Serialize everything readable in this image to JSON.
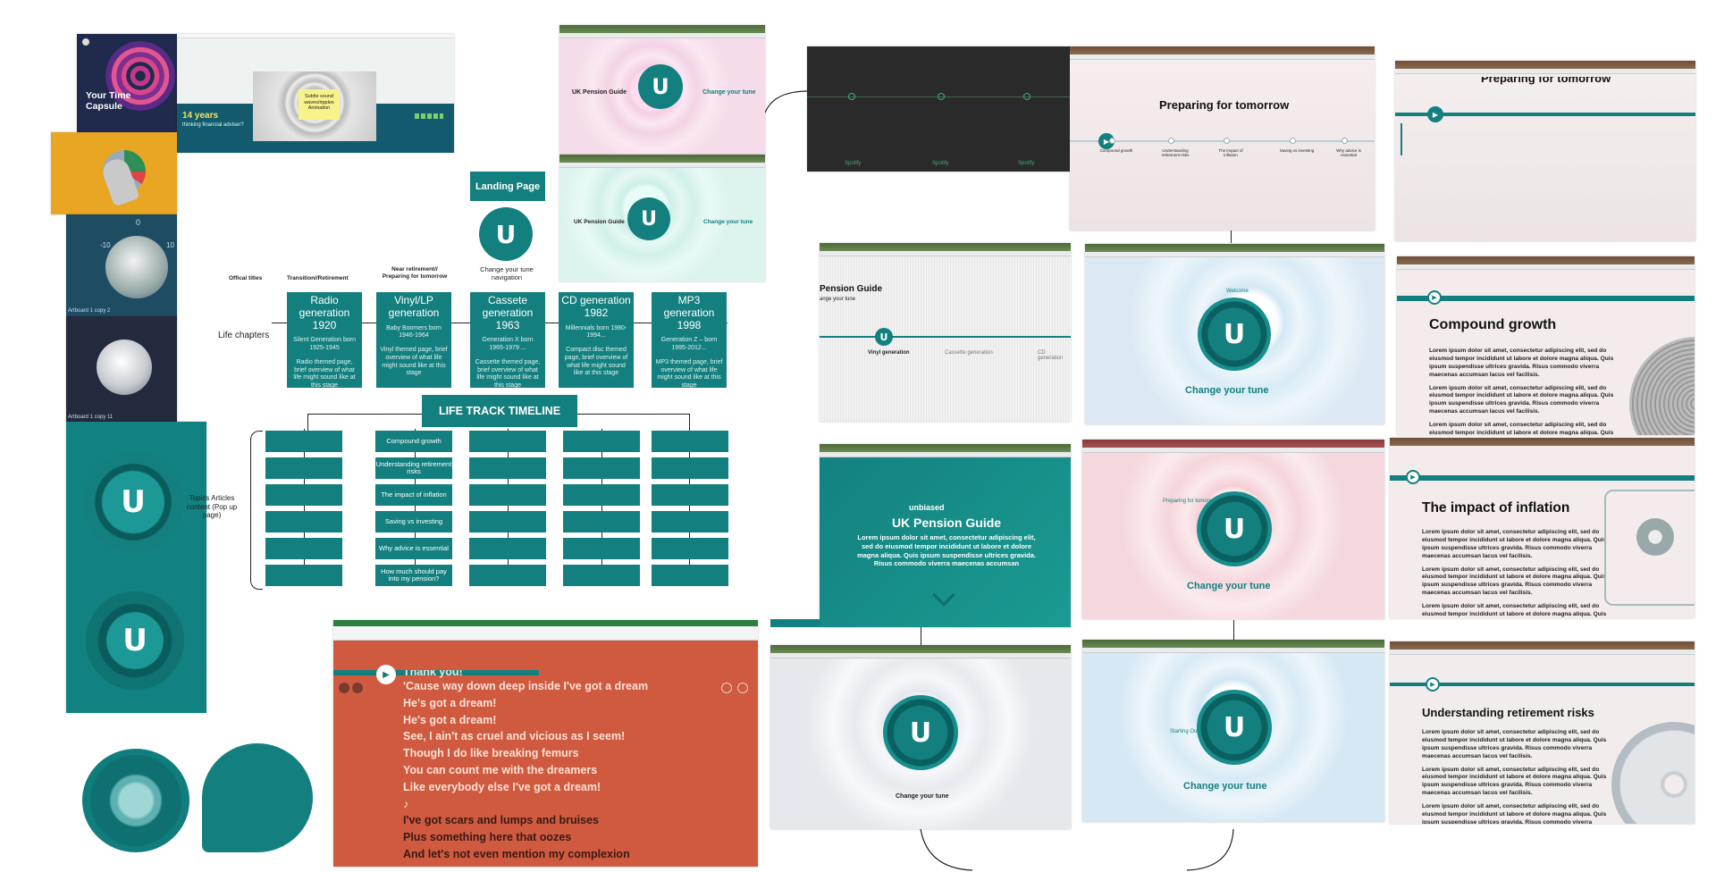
{
  "left_artboards": {
    "capsule_title": "Your Time Capsule",
    "years": "14 years",
    "years_sub": "thinking financial adviser?",
    "sticky_note": "Subtle sound waves/ripples Animation",
    "artboard_a": "Artboard 1 copy 2",
    "artboard_b": "Artboard 1 copy 11",
    "knob_minus": "-10",
    "knob_zero": "0",
    "knob_plus": "10"
  },
  "landing": {
    "label": "Landing Page",
    "caption": "Change your tune navigation"
  },
  "flow": {
    "official_titles": "Offical titles",
    "col_titles": [
      "Transition//Retirement",
      "Near retirement// Preparing for tomorrow"
    ],
    "life_chapters": "Life chapters",
    "timeline_title": "LIFE TRACK TIMELINE",
    "topics_label": "Topics Articles content (Pop up page)",
    "generations": [
      {
        "title": "Radio generation 1920",
        "sub": "Silent Generation born 1925-1945",
        "desc": "Radio themed page, brief overview of what life might sound like at this stage"
      },
      {
        "title": "Vinyl/LP generation",
        "sub": "Baby Boomers born 1946-1964",
        "desc": "Vinyl themed page, brief overview of what life might sound like at this stage"
      },
      {
        "title": "Cassete generation 1963",
        "sub": "Generation X born 1965-1979 ...",
        "desc": "Cassette themed page, brief overview of what life might sound like at this stage"
      },
      {
        "title": "CD generation 1982",
        "sub": "Millennials born 1980-1994...",
        "desc": "Compact disc themed page, brief overview of what life might sound like at this stage"
      },
      {
        "title": "MP3 generation 1998",
        "sub": "Generation Z – born 1995-2012...",
        "desc": "MP3 themed page, brief overview of what life might sound like at this stage"
      }
    ],
    "topics": [
      "Compound growth",
      "Understanding retirement risks",
      "The impact of inflation",
      "Saving vs investing",
      "Why advice is essential",
      "How much should pay into my pension?"
    ]
  },
  "pension_cards": {
    "title": "UK Pension Guide",
    "cta": "Change your tune",
    "partial_title": "Pension Guide",
    "partial_sub": "ange your tune",
    "brand": "unbiased",
    "intro": "Lorem ipsum dolor sit amet, consectetur adipiscing elit, sed do eiusmod tempor incididunt ut labore et dolore magna aliqua. Quis ipsum suspendisse ultrices gravida. Risus commodo viverra maecenas accumsan"
  },
  "timeline_labels": {
    "vinyl": "Vinyl generation",
    "cassette": "Cassette generation",
    "cd": "CD generation",
    "preparing": "Preparing for tomorrow",
    "steps": [
      "Compound growth",
      "Understanding retirement risks",
      "The impact of inflation",
      "Saving vs investing",
      "Why advice is essential"
    ],
    "welcome": "Welcome",
    "starting_out": "Starting Out",
    "preparing_small": "Preparing for tomorrow",
    "spotify": "Spotify"
  },
  "article_cards": {
    "a_title": "Compound growth",
    "b_title": "The impact of inflation",
    "c_title": "Understanding retirement risks",
    "d_title": "Preparing for tomorrow",
    "para": "Lorem ipsum dolor sit amet, consectetur adipiscing elit, sed do eiusmod tempor incididunt ut labore et dolore magna aliqua. Quis ipsum suspendisse ultrices gravida. Risus commodo viverra maecenas accumsan lacus vel facilisis."
  },
  "lyrics": {
    "lines": [
      "Thank you!",
      "'Cause way down deep inside I've got a dream",
      "He's got a dream!",
      "He's got a dream!",
      "See, I ain't as cruel and vicious as I seem!",
      "Though I do like breaking femurs",
      "You can count me with the dreamers",
      "Like everybody else I've got a dream!",
      "♪",
      "I've got scars and lumps and bruises",
      "Plus something here that oozes",
      "And let's not even mention my complexion"
    ]
  },
  "colors": {
    "teal": "#13807f",
    "lyrics_bg": "#d4543a"
  }
}
